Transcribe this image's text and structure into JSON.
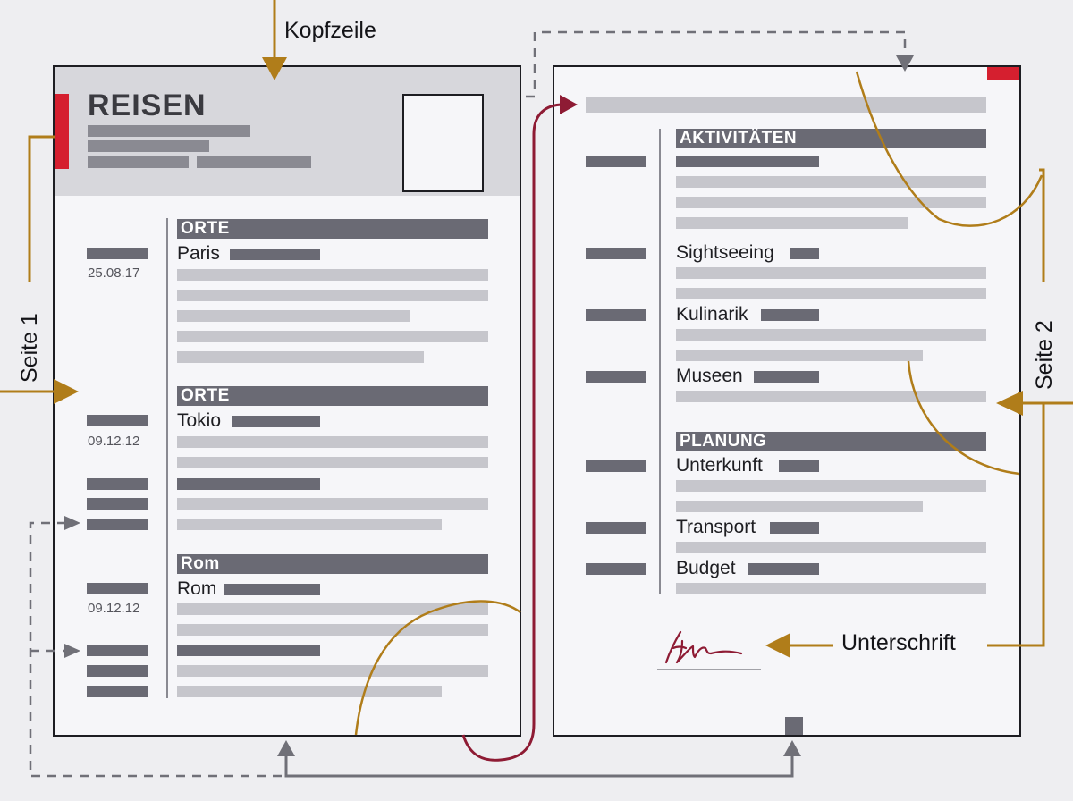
{
  "callouts": {
    "header": "Kopfzeile",
    "page1": "Seite 1",
    "page2": "Seite 2",
    "signature": "Unterschrift"
  },
  "page1": {
    "title": "REISEN",
    "sections": [
      {
        "heading": "ORTE",
        "item": "Paris",
        "date": "25.08.17"
      },
      {
        "heading": "ORTE",
        "item": "Tokio",
        "date": "09.12.12"
      },
      {
        "heading": "Rom",
        "item": "Rom",
        "date": "09.12.12"
      }
    ]
  },
  "page2": {
    "sections": [
      {
        "heading": "AKTIVITÄTEN",
        "items": [
          "Sightseeing",
          "Kulinarik",
          "Museen"
        ]
      },
      {
        "heading": "PLANUNG",
        "items": [
          "Unterkunft",
          "Transport",
          "Budget"
        ]
      }
    ]
  },
  "colors": {
    "gold": "#b07d1a",
    "red_accent": "#d51f2f",
    "dark_red": "#8e1b34",
    "dashed_gray": "#707078",
    "header_band": "#d7d7dc",
    "section_bar": "#6a6a74"
  }
}
